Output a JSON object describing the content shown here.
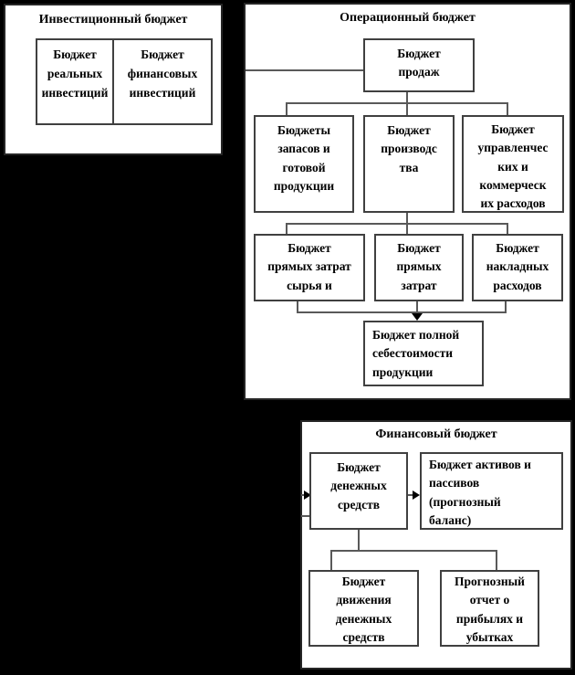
{
  "panels": {
    "investment": {
      "title": "Инвестиционный бюджет",
      "boxes": {
        "real": "Бюджет\nреальных\nинвестиций",
        "financial": "Бюджет\nфинансовых\nинвестиций"
      }
    },
    "operational": {
      "title": "Операционный бюджет",
      "boxes": {
        "sales": "Бюджет\nпродаж",
        "inventory": "Бюджеты\nзапасов и\nготовой\nпродукции",
        "production": "Бюджет\nпроизводс\nтва",
        "admin": "Бюджет\nуправленчес\nких и\nкоммерческ\nих расходов",
        "materials": "Бюджет\nпрямых затрат\nсырья и",
        "direct": "Бюджет\nпрямых\nзатрат",
        "overhead": "Бюджет\nнакладных\nрасходов",
        "cost": "Бюджет полной\nсебестоимости\nпродукции"
      }
    },
    "financial": {
      "title": "Финансовый бюджет",
      "boxes": {
        "cash": "Бюджет\nденежных\nсредств",
        "balance": "Бюджет активов и\nпассивов\n(прогнозный\nбаланс)",
        "cashflow": "Бюджет\nдвижения\nденежных\nсредств",
        "pnl": "Прогнозный\nотчет о\nприбылях и\nубытках"
      }
    }
  },
  "colors": {
    "background": "#000000",
    "panel_background": "#ffffff",
    "panel_border": "#262626",
    "box_border": "#404040",
    "connector": "#595959",
    "text": "#000000"
  }
}
